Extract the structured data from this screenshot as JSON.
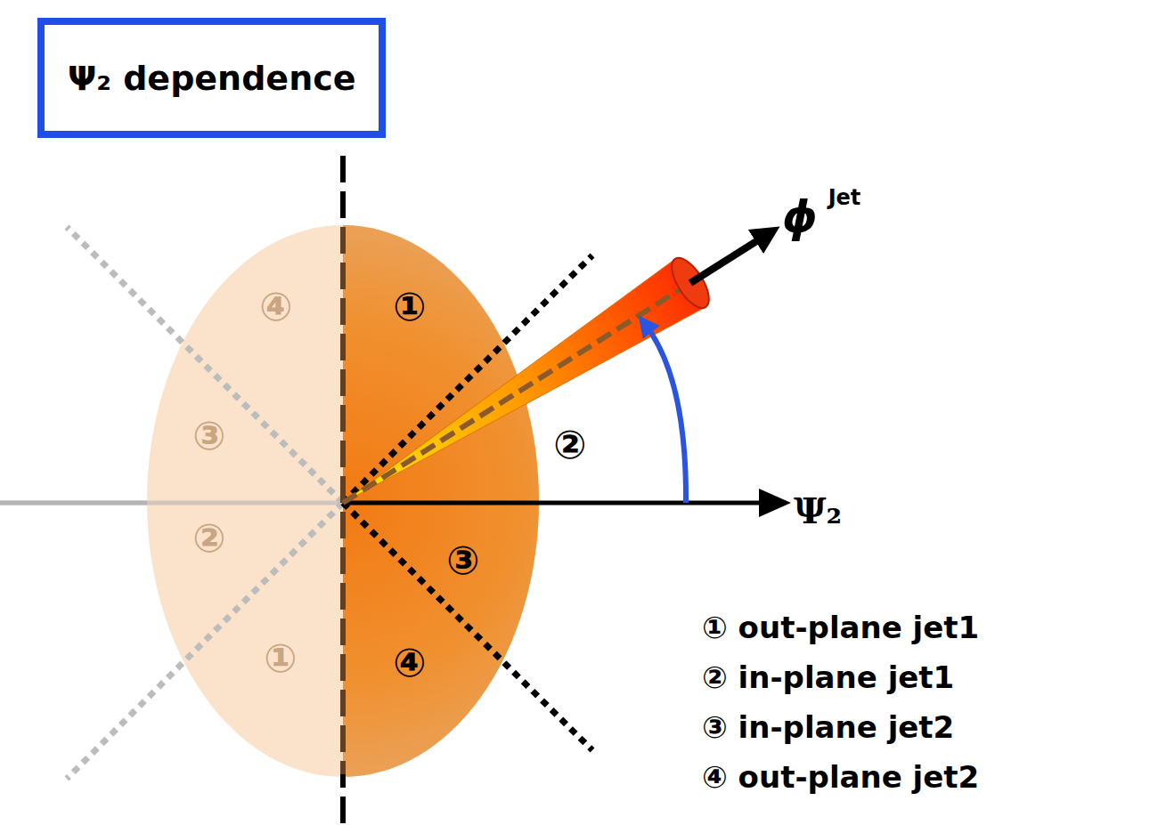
{
  "diagram": {
    "title": "Ψ₂ dependence",
    "labels": [
      "④",
      "①",
      "③",
      "②",
      "②",
      "③",
      "①",
      "④",
      "ϕ",
      "Jet",
      "Ψ₂",
      "① out-plane jet1",
      "② in-plane jet1",
      "③ in-plane jet2",
      "④ out-plane jet2"
    ]
  }
}
